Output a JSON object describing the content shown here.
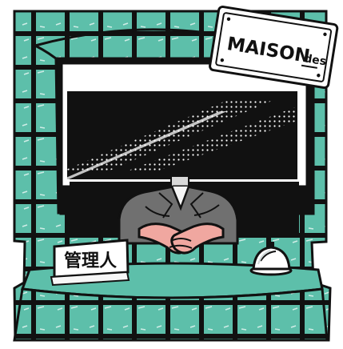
{
  "scene": {
    "background": "#ffffff",
    "tile_color": "#5dbfaa",
    "line_color": "#111111",
    "window_glass": "#111111",
    "skin_color": "#f0a7a0",
    "uniform_color": "#707070"
  },
  "sign": {
    "main_text": "MAISON",
    "secondary_text": "des",
    "icon": "sign-plate"
  },
  "desk_plate": {
    "label": "管理人",
    "icon": "name-plate"
  },
  "bell": {
    "icon": "service-bell-icon"
  }
}
